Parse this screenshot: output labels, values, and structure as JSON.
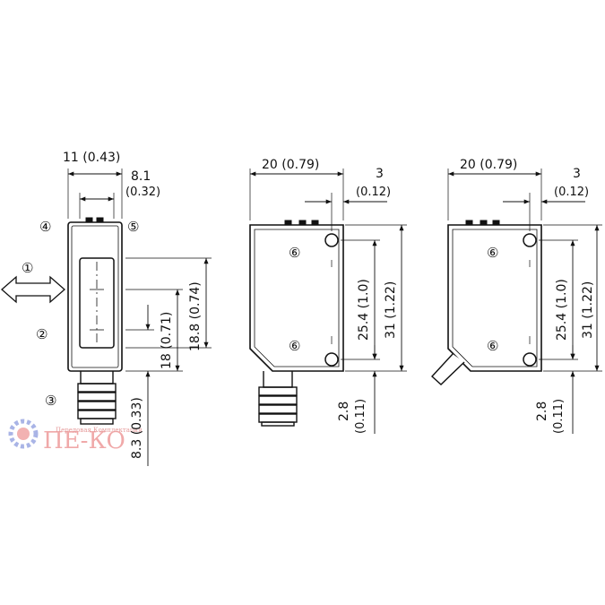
{
  "side_view": {
    "width_label": "11 (0.43)",
    "lens_width_label": "8.1",
    "lens_width_label_in": "(0.32)",
    "lens_height_label": "18.8 (0.74)",
    "lens_offset_label": "18 (0.71)",
    "connector_label": "8.3 (0.33)",
    "callouts": [
      "①",
      "②",
      "③",
      "④",
      "⑤"
    ]
  },
  "front_view_a": {
    "width_label": "20 (0.79)",
    "hole_offset_label": "3",
    "hole_offset_label_in": "(0.12)",
    "hole_spacing_label": "25.4 (1.0)",
    "height_label": "31 (1.22)",
    "bottom_offset_label": "2.8",
    "bottom_offset_label_in": "(0.11)",
    "callouts": [
      "⑥",
      "⑥"
    ]
  },
  "front_view_b": {
    "width_label": "20 (0.79)",
    "hole_offset_label": "3",
    "hole_offset_label_in": "(0.12)",
    "hole_spacing_label": "25.4 (1.0)",
    "height_label": "31 (1.22)",
    "bottom_offset_label": "2.8",
    "bottom_offset_label_in": "(0.11)",
    "callouts": [
      "⑥",
      "⑥"
    ]
  },
  "watermark": {
    "logo_text": "ПЕ-КО",
    "tagline": "Передовая Комплектация"
  }
}
